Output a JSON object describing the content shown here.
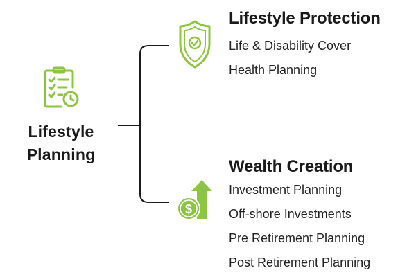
{
  "colors": {
    "accent": "#8cc540",
    "accent_dark": "#6ea832",
    "text": "#1a1a1a",
    "line": "#1a1a1a"
  },
  "root": {
    "title_line1": "Lifestyle",
    "title_line2": "Planning",
    "icon": "checklist-clock-icon"
  },
  "branches": [
    {
      "title": "Lifestyle Protection",
      "icon": "shield-check-icon",
      "items": [
        "Life & Disability Cover",
        "Health Planning"
      ]
    },
    {
      "title": "Wealth Creation",
      "icon": "dollar-growth-arrow-icon",
      "items": [
        "Investment Planning",
        "Off-shore Investments",
        "Pre Retirement Planning",
        "Post Retirement Planning"
      ]
    }
  ]
}
